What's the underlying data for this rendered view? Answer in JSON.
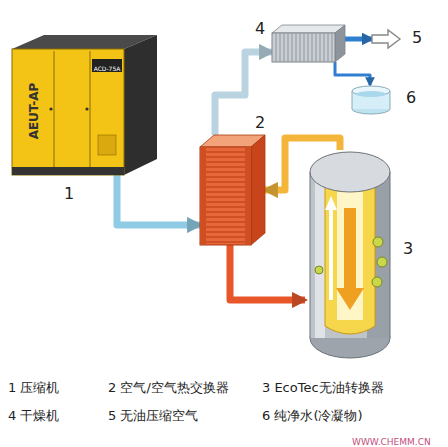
{
  "diagram": {
    "nodes": [
      {
        "text": [
          "AEUT-AP",
          "ACD-75A",
          "1"
        ]
      },
      {
        "text": [
          "2"
        ]
      },
      {
        "text": [
          "3"
        ]
      },
      {
        "text": [
          "4"
        ]
      },
      {
        "text": [
          "5"
        ]
      },
      {
        "text": [
          "6"
        ]
      }
    ],
    "edges": [
      {
        "from": 0,
        "to": 1,
        "arrow": "to"
      },
      {
        "from": 1,
        "to": 2,
        "arrow": "to"
      },
      {
        "from": 2,
        "to": 1,
        "arrow": "to"
      },
      {
        "from": 1,
        "to": 3,
        "arrow": "to"
      },
      {
        "from": 3,
        "to": 4,
        "arrow": "to"
      },
      {
        "from": 3,
        "to": 5,
        "arrow": "to"
      }
    ],
    "labels": [
      "1 压缩机",
      "2 空气/空气热交换器",
      "3 EcoTec无油转换器",
      "4 干燥机",
      "5 无油压缩空气",
      "6 纯净水(冷凝物)",
      "WWW.CHEMM.CN"
    ]
  }
}
